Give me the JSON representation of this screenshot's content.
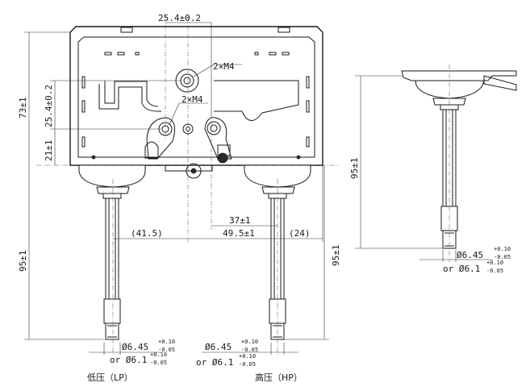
{
  "dimensions": {
    "top_pitch": "25.4±0.2",
    "m4_upper": "2×M4",
    "m4_lower": "2×M4",
    "left_73": "73±1",
    "left_25_4": "25.4±0.2",
    "left_21": "21±1",
    "left_95": "95±1",
    "mid_95": "95±1",
    "right_95": "95±1",
    "d37": "37±1",
    "d41_5": "(41.5)",
    "d49_5": "49.5±1",
    "d24": "(24)"
  },
  "tubes": {
    "lp": {
      "phi_main": "Ø6.45",
      "phi_tol_plus": "+0.10",
      "phi_tol_minus": "-0.05",
      "or_text": "or Ø6.1",
      "or_tol_plus": "+0.10",
      "or_tol_minus": "-0.05"
    },
    "hp": {
      "phi_main": "Ø6.45",
      "phi_tol_plus": "+0.10",
      "phi_tol_minus": "-0.05",
      "or_text": "or Ø6.1",
      "or_tol_plus": "+0.10",
      "or_tol_minus": "-0.05"
    },
    "side": {
      "phi_main": "Ø6.45",
      "phi_tol_plus": "+0.10",
      "phi_tol_minus": "-0.05",
      "or_text": "or Ø6.1",
      "or_tol_plus": "+0.10",
      "or_tol_minus": "-0.05"
    }
  },
  "labels": {
    "lp": "低压（LP）",
    "hp": "高压（HP）"
  }
}
